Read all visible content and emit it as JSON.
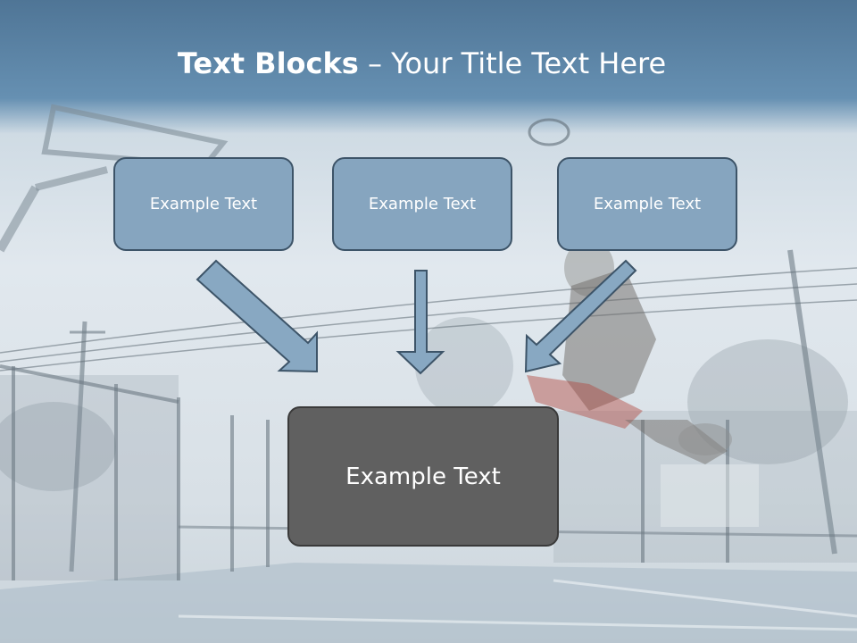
{
  "slide": {
    "title_bold": "Text Blocks",
    "title_dash": " – ",
    "title_rest": "Your Title Text Here",
    "boxes": [
      {
        "label": "Example Text"
      },
      {
        "label": "Example Text"
      },
      {
        "label": "Example Text"
      }
    ],
    "target_box": {
      "label": "Example Text"
    }
  },
  "colors": {
    "header": "#5a83a6",
    "box_fill": "#86a5bf",
    "box_border": "#3d5468",
    "target_fill": "#606060",
    "arrow_fill": "#88a8c2"
  }
}
